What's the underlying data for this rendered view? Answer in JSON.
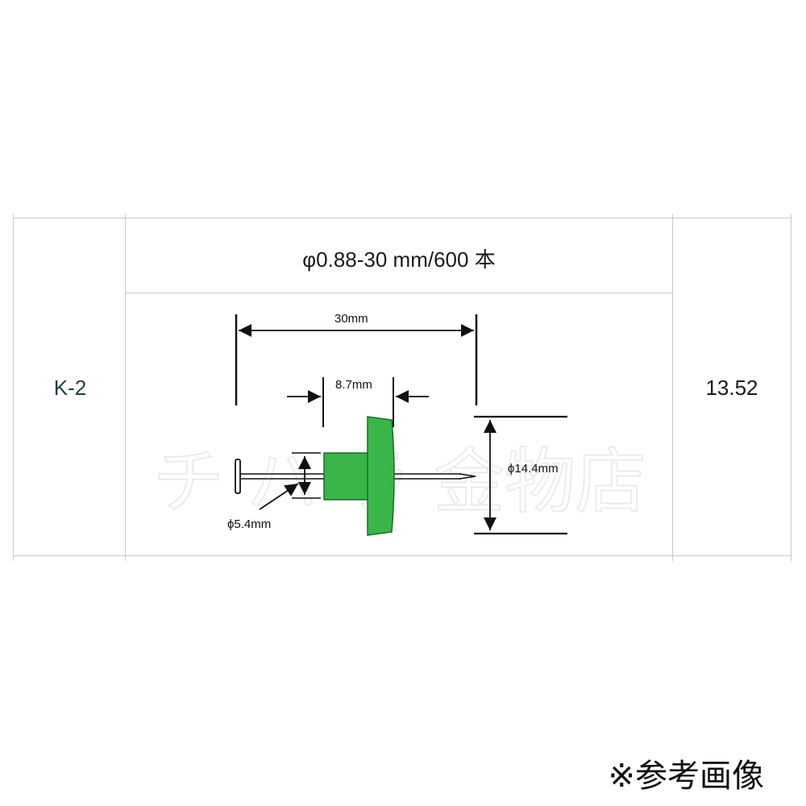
{
  "table": {
    "model": "K-2",
    "spec": "φ0.88-30 mm/600 本",
    "price": "13.52"
  },
  "diagram": {
    "length_label": "30mm",
    "collar_label": "8.7mm",
    "cap_diameter_label": "ϕ14.4mm",
    "shank_diameter_label": "ϕ5.4mm",
    "watermark": "チ ハ ラ 金物店",
    "colors": {
      "cap": "#39b54a",
      "line": "#111111",
      "grid": "#c8c8c8"
    }
  },
  "note": "※参考画像"
}
